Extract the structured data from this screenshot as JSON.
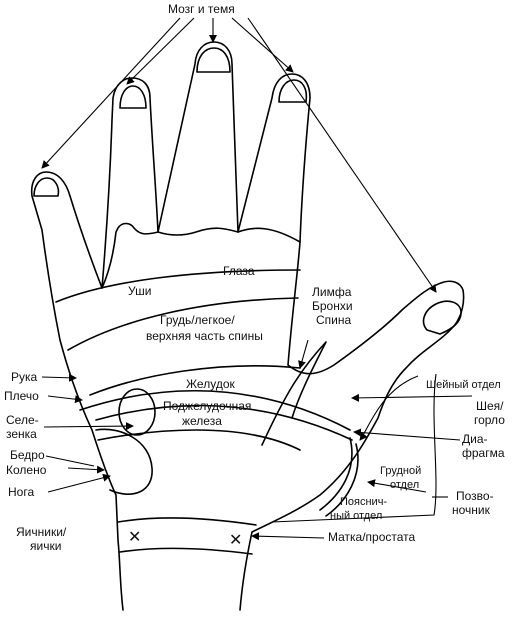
{
  "labels": {
    "brain": "Мозг и темя",
    "ears": "Уши",
    "eyes": "Глаза",
    "chest_line1": "Грудь/легкое/",
    "chest_line2": "верхняя часть спины",
    "lymph": "Лимфа",
    "bronchi": "Бронхи",
    "back": "Спина",
    "stomach": "Желудок",
    "pancreas_line1": "Поджелудочная",
    "pancreas_line2": "железа",
    "arm": "Рука",
    "shoulder": "Плечо",
    "spleen_line1": "Селе-",
    "spleen_line2": "зенка",
    "hip": "Бедро",
    "knee": "Колено",
    "leg": "Нога",
    "ovaries_line1": "Яичники/",
    "ovaries_line2": "яички",
    "uterus": "Матка/простата",
    "cervical": "Шейный отдел",
    "neck_line1": "Шея/",
    "neck_line2": "горло",
    "diaphragm_line1": "Диа-",
    "diaphragm_line2": "фрагма",
    "thoracic_line1": "Грудной",
    "thoracic_line2": "отдел",
    "lumbar_line1": "Пояснич-",
    "lumbar_line2": "ный отдел",
    "spine_line1": "Позво-",
    "spine_line2": "ночник"
  },
  "markers": {
    "cross": "✕"
  }
}
